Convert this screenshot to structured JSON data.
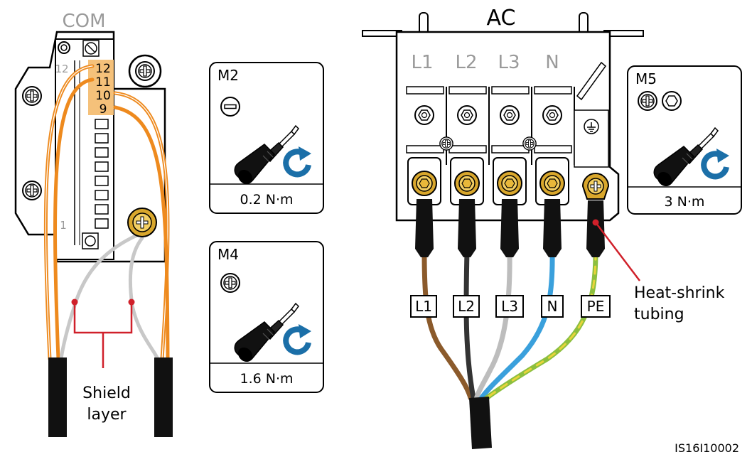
{
  "com": {
    "title": "COM",
    "pins": [
      "12",
      "11",
      "10",
      "9"
    ],
    "side_label_top": "12",
    "side_label_bottom": "1",
    "shield_label_line1": "Shield",
    "shield_label_line2": "layer"
  },
  "tools": {
    "m2": {
      "name": "M2",
      "torque": "0.2 N·m"
    },
    "m4": {
      "name": "M4",
      "torque": "1.6 N·m"
    },
    "m5": {
      "name": "M5",
      "torque": "3 N·m"
    }
  },
  "ac": {
    "title": "AC",
    "terminals": [
      "L1",
      "L2",
      "L3",
      "N"
    ],
    "wire_tags": [
      "L1",
      "L2",
      "L3",
      "N",
      "PE"
    ],
    "heat_shrink_line1": "Heat-shrink",
    "heat_shrink_line2": "tubing"
  },
  "figure_id": "IS16I10002",
  "colors": {
    "wire_orange": "#ee8a1e",
    "wire_brown": "#8b5a2b",
    "wire_black": "#333333",
    "wire_grey": "#bdbdbd",
    "wire_blue": "#3aa0dc",
    "wire_green": "#8cbf3f",
    "wire_yellow": "#e8d43a",
    "callout_red": "#d0202a",
    "rotate_blue": "#1b6fa8",
    "lug_brass": "#d9a72c",
    "pin_highlight": "#f5c17a"
  }
}
